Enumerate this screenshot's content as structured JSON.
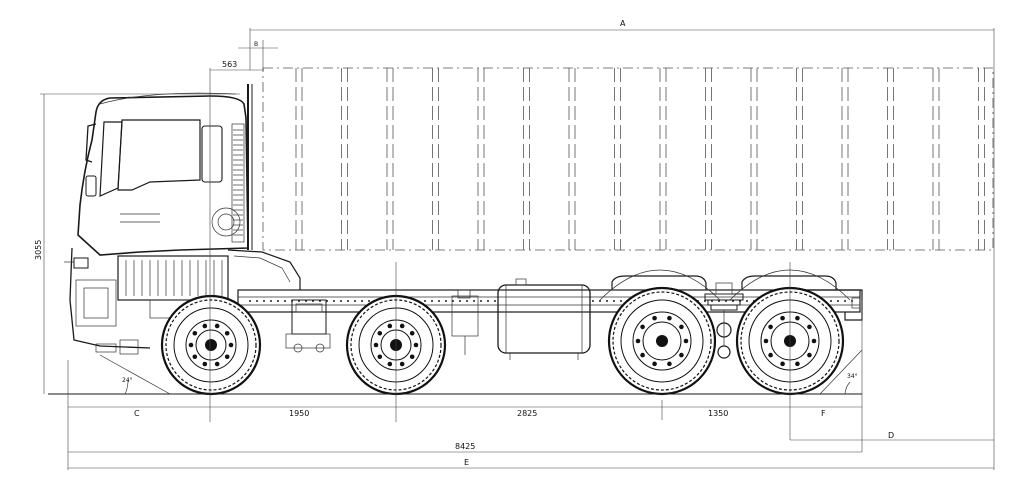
{
  "drawing": {
    "dimensions": {
      "A": "A",
      "B": "B",
      "C": "C",
      "D": "D",
      "E": "E",
      "F": "F",
      "cab_height": "3055",
      "rear_cab_gap": "563",
      "wheelbase_1": "1950",
      "wheelbase_2": "2825",
      "wheelbase_3": "1350",
      "overall_length": "8425",
      "front_angle": "24°",
      "rear_angle": "34°"
    }
  }
}
